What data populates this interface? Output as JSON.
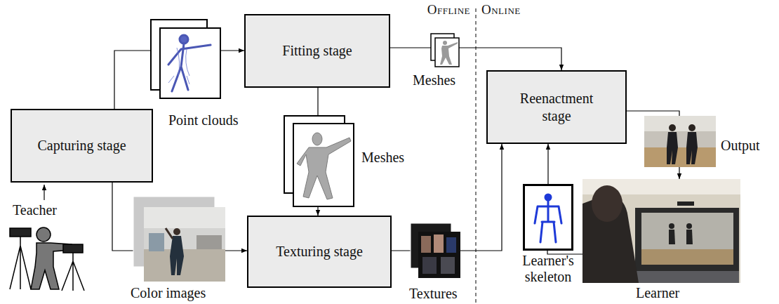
{
  "diagram": {
    "nodes": [
      {
        "text": [
          "Capturing stage"
        ]
      },
      {
        "text": [
          "Fitting stage"
        ]
      },
      {
        "text": [
          "Texturing stage"
        ]
      },
      {
        "text": [
          "Reenactment stage"
        ]
      },
      {
        "text": [
          "Learner's skeleton"
        ]
      }
    ],
    "edges": [
      {
        "from": 0,
        "to": 1,
        "arrow": "to"
      },
      {
        "from": 0,
        "to": 2,
        "arrow": "to"
      },
      {
        "from": 1,
        "to": 2,
        "arrow": "to"
      },
      {
        "from": 1,
        "to": 3,
        "arrow": "to"
      },
      {
        "from": 2,
        "to": 3,
        "arrow": "to"
      },
      {
        "from": 4,
        "to": 3,
        "arrow": "to"
      }
    ],
    "labels": [
      "Offline",
      "Online",
      "Point clouds",
      "Meshes",
      "Meshes",
      "Color images",
      "Textures",
      "Output",
      "Teacher",
      "Learner"
    ]
  }
}
